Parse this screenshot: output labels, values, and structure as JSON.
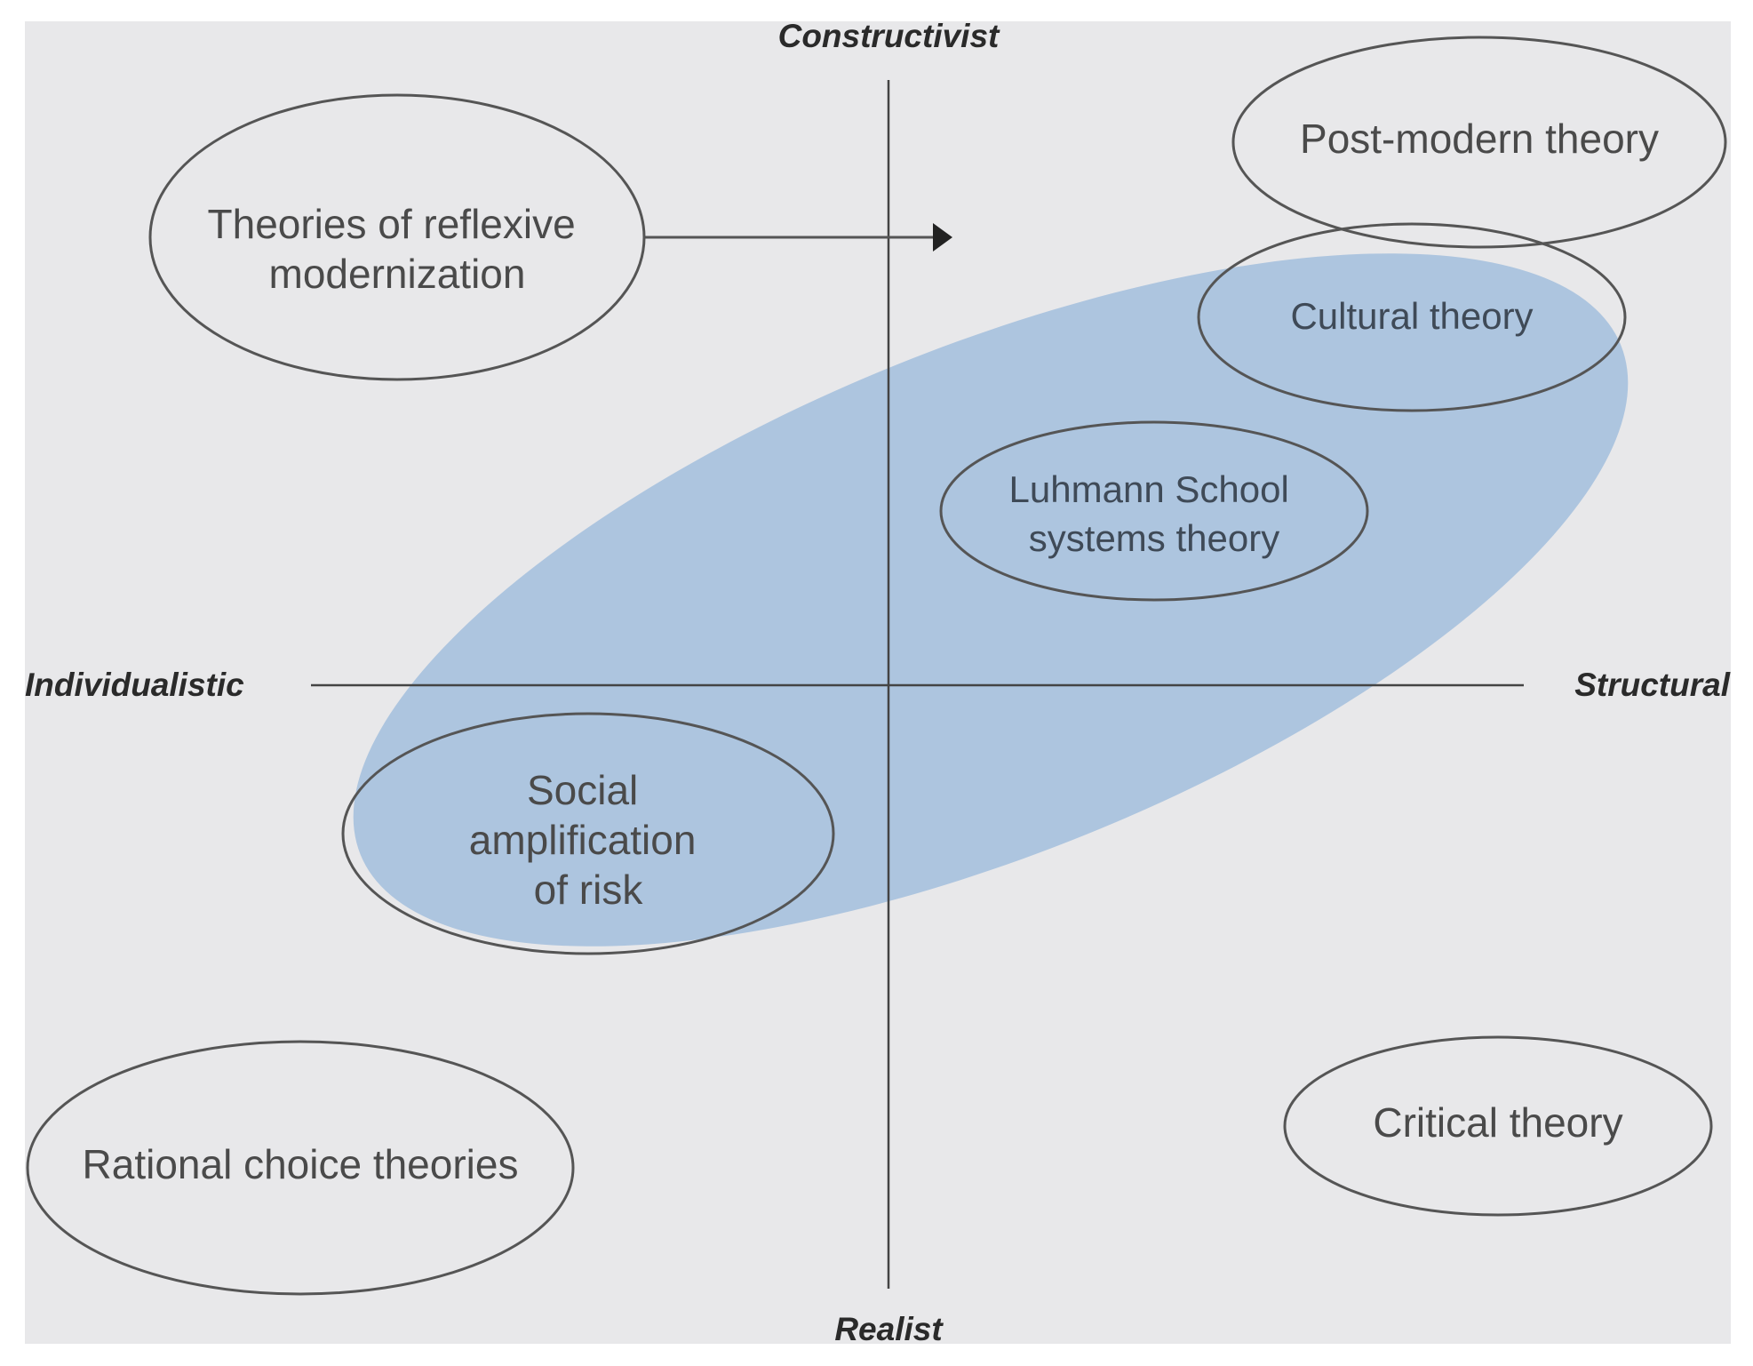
{
  "axes": {
    "top": "Constructivist",
    "bottom": "Realist",
    "left": "Individualistic",
    "right": "Structural"
  },
  "nodes": {
    "reflexive_modernization": [
      "Theories of reflexive",
      "modernization"
    ],
    "post_modern": [
      "Post-modern theory"
    ],
    "cultural": [
      "Cultural theory"
    ],
    "luhmann": [
      "Luhmann School",
      "systems theory"
    ],
    "social_amplification": [
      "Social",
      "amplification",
      "of risk"
    ],
    "rational_choice": [
      "Rational choice theories"
    ],
    "critical": [
      "Critical theory"
    ]
  },
  "colors": {
    "background": "#e8e8ea",
    "highlight": "#a7c1dd",
    "outline": "#555555"
  }
}
